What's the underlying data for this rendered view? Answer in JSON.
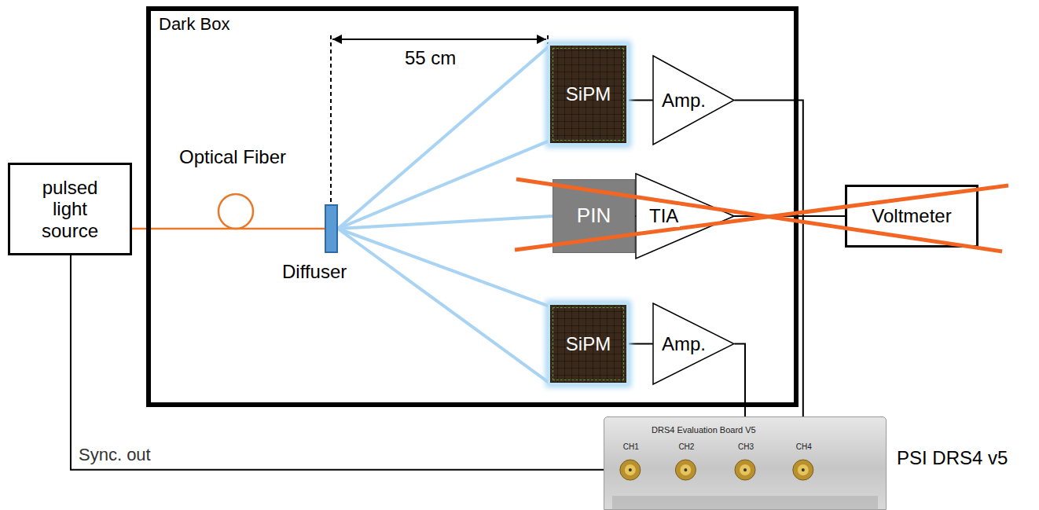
{
  "diagram": {
    "nodes": [
      {
        "text": [
          "Dark Box"
        ]
      },
      {
        "text": [
          "pulsed light source"
        ]
      },
      {
        "text": [
          "Diffuser"
        ],
        "in": 0
      },
      {
        "text": [
          "SiPM"
        ],
        "in": 0
      },
      {
        "text": [
          "Amp."
        ],
        "in": 0
      },
      {
        "text": [
          "PIN"
        ],
        "in": 0
      },
      {
        "text": [
          "TIA"
        ],
        "in": 0
      },
      {
        "text": [
          "SiPM"
        ],
        "in": 0
      },
      {
        "text": [
          "Amp."
        ],
        "in": 0
      },
      {
        "text": [
          "Voltmeter"
        ]
      },
      {
        "text": [
          "DRS4 Evaluation Board V5",
          "CH1",
          "CH2",
          "CH3",
          "CH4",
          "PSI DRS4 v5"
        ]
      }
    ],
    "edges": [
      {
        "from": 1,
        "to": 2,
        "arrow": "none",
        "label": "Optical Fiber"
      },
      {
        "from": 2,
        "to": 3,
        "arrow": "none"
      },
      {
        "from": 2,
        "to": 3,
        "arrow": "none"
      },
      {
        "from": 2,
        "to": 5,
        "arrow": "none"
      },
      {
        "from": 2,
        "to": 7,
        "arrow": "none"
      },
      {
        "from": 2,
        "to": 7,
        "arrow": "none"
      },
      {
        "from": 3,
        "to": 4,
        "arrow": "none"
      },
      {
        "from": 5,
        "to": 6,
        "arrow": "none"
      },
      {
        "from": 7,
        "to": 8,
        "arrow": "none"
      },
      {
        "from": 6,
        "to": 9,
        "arrow": "none"
      },
      {
        "from": 4,
        "to": 10,
        "arrow": "none"
      },
      {
        "from": 8,
        "to": 10,
        "arrow": "none"
      },
      {
        "from": 1,
        "to": 10,
        "arrow": "none",
        "label": "Sync. out"
      }
    ],
    "labels": [
      "55 cm"
    ]
  }
}
